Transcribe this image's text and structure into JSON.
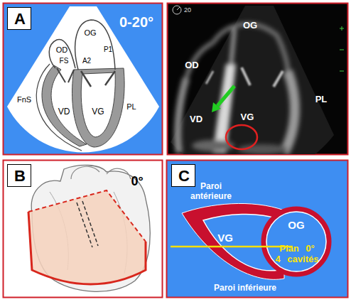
{
  "diagram": {
    "nodes": [
      {
        "text": [
          "A"
        ]
      },
      {
        "text": [
          "B"
        ]
      },
      {
        "text": [
          "C"
        ]
      },
      {
        "text": [
          "VG"
        ]
      },
      {
        "text": [
          "OG"
        ]
      }
    ],
    "labels": [
      "0-20°",
      "OG",
      "OD",
      "FS",
      "A2",
      "P1",
      "FnS",
      "VD",
      "VG",
      "PL",
      "20",
      "OG",
      "OD",
      "PL",
      "VD",
      "VG",
      "0°",
      "Paroi antérieure",
      "Plan 0° 4 cavités",
      "Paroi inférieure"
    ]
  }
}
